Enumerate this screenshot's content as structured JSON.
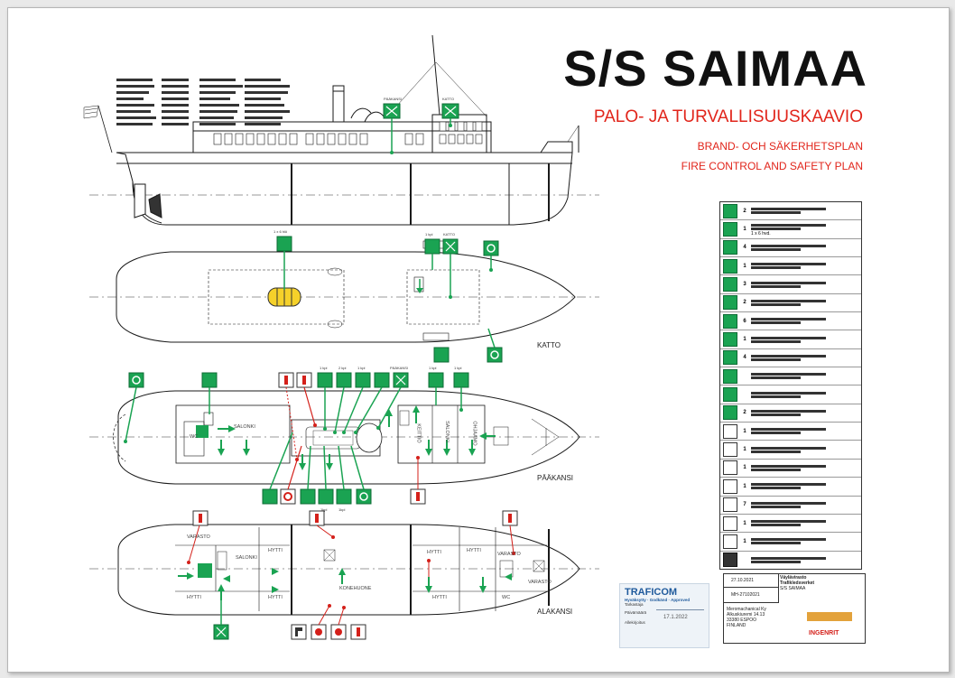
{
  "title": "S/S SAIMAA",
  "subtitle_fi": "PALO- JA TURVALLISUUSKAAVIO",
  "subtitle_sv": "BRAND- OCH SÄKERHETSPLAN",
  "subtitle_en": "FIRE CONTROL AND SAFETY PLAN",
  "decks": {
    "katto": "KATTO",
    "paakansi": "PÄÄKANSI",
    "alakansi": "ALAKANSI"
  },
  "rooms": {
    "salonki": "SALONKI",
    "wc": "WC",
    "salonki2": "SALONKI",
    "keittio": "KEITTIÖ",
    "ohjaamo": "OHJAAMO",
    "varasto1": "VARASTO",
    "hytti1": "HYTTI",
    "salonki3": "SALONKI",
    "hytti2": "HYTTI",
    "hytti3": "HYTTI",
    "konehuone": "KONEHUONE",
    "hytti4": "HYTTI",
    "hytti5": "HYTTI",
    "hytti6": "HYTTI",
    "varasto2": "VARASTO",
    "wc2": "WC",
    "varasto3": "VARASTO"
  },
  "profile_labels": {
    "paakansi": "PÄÄKANSI",
    "katto": "KATTO"
  },
  "katto_labels": [
    "1 x 6 hlö",
    "1 kpl",
    "KATTO"
  ],
  "paakansi_labels": [
    "1 kpl",
    "2 kpl",
    "1 kpl",
    "PÄÄKANSI",
    "1 kpl",
    "1 kpl",
    "1kpl",
    "1kpl"
  ],
  "legend": [
    {
      "icon": "muster-station-icon",
      "qty": "2",
      "style": "green"
    },
    {
      "icon": "liferaft-icon",
      "qty": "1",
      "style": "green",
      "extra": "1 x 6 hvd."
    },
    {
      "icon": "lifejacket-icon",
      "qty": "4",
      "style": "green"
    },
    {
      "icon": "child-lifejacket-icon",
      "qty": "1",
      "style": "green"
    },
    {
      "icon": "lifebuoy-icon",
      "qty": "3",
      "style": "green"
    },
    {
      "icon": "lifebuoy-light-icon",
      "qty": "2",
      "style": "green"
    },
    {
      "icon": "rescue-hook-icon",
      "qty": "6",
      "style": "green"
    },
    {
      "icon": "rescue-line-icon",
      "qty": "1",
      "style": "green"
    },
    {
      "icon": "child-vest-icon",
      "qty": "4",
      "style": "green"
    },
    {
      "icon": "escape-route-icon",
      "qty": "",
      "style": "green"
    },
    {
      "icon": "emergency-exit-icon",
      "qty": "",
      "style": "green"
    },
    {
      "icon": "assembly-point-icon",
      "qty": "2",
      "style": "green"
    },
    {
      "icon": "fire-blanket-icon",
      "qty": "1",
      "style": "red"
    },
    {
      "icon": "safety-plan-icon",
      "qty": "1",
      "style": "red"
    },
    {
      "icon": "hose-reel-icon",
      "qty": "1",
      "style": "red"
    },
    {
      "icon": "fire-pump-icon",
      "qty": "1",
      "style": "red"
    },
    {
      "icon": "fire-extinguisher-icon",
      "qty": "7",
      "style": "red"
    },
    {
      "icon": "co2-extinguisher-icon",
      "qty": "1",
      "style": "red"
    },
    {
      "icon": "fire-pump-2-icon",
      "qty": "1",
      "style": "red"
    },
    {
      "icon": "fuel-shutoff-icon",
      "qty": "",
      "style": "dark"
    }
  ],
  "title_block": {
    "date": "27.10.2021",
    "agency_fi": "Väylävirasto",
    "agency_sv": "Trafikledsverket",
    "ship": "S/S SAIMAA",
    "drawing_no": "MH-27102021",
    "company": "Meromachanical Ky",
    "street": "Alkuskiuremi 14.13",
    "city": "33380 ESPOO",
    "country": "FINLAND",
    "logo_right": "INGENRIT"
  },
  "traficom": {
    "logo": "TRAFICOM",
    "row1": "Hyväksytty · Godkänd · Approved",
    "row2": "Tarkastaja",
    "row3": "Päivämäärä",
    "row4": "Allekirjoitus",
    "date_hand": "17.1.2022"
  },
  "colors": {
    "safety_green": "#1aa352",
    "fire_red": "#d4201a",
    "hull_line": "#1a1a1a",
    "title_red": "#e1251b"
  }
}
